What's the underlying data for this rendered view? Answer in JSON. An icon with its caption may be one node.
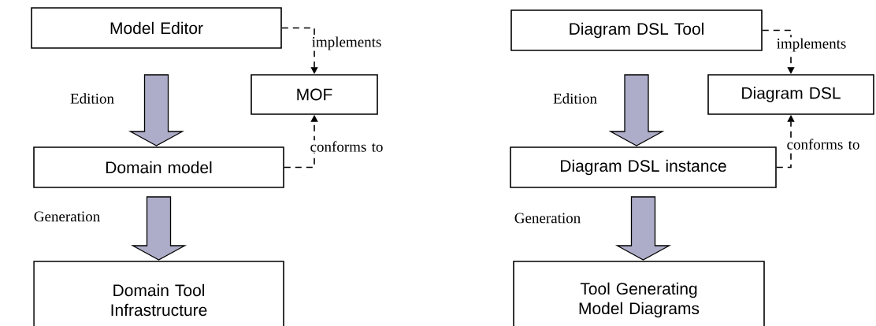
{
  "diagram": {
    "nodes": [
      {
        "text": [
          "Model Editor"
        ]
      },
      {
        "text": [
          "MOF"
        ]
      },
      {
        "text": [
          "Domain model"
        ]
      },
      {
        "text": [
          "Domain Tool Infrastructure"
        ]
      },
      {
        "text": [
          "Diagram DSL Tool"
        ]
      },
      {
        "text": [
          "Diagram DSL"
        ]
      },
      {
        "text": [
          "Diagram DSL instance"
        ]
      },
      {
        "text": [
          "Tool Generating Model Diagrams"
        ]
      }
    ],
    "edges": [
      {
        "from": 0,
        "to": 2,
        "arrow": "to",
        "label": "Edition",
        "style": "thick",
        "color": "#6a6a9c"
      },
      {
        "from": 0,
        "to": 1,
        "arrow": "to",
        "label": "implements",
        "style": "dashed"
      },
      {
        "from": 2,
        "to": 1,
        "arrow": "to",
        "label": "conforms to",
        "style": "dashed"
      },
      {
        "from": 2,
        "to": 3,
        "arrow": "to",
        "label": "Generation",
        "style": "thick",
        "color": "#6a6a9c"
      },
      {
        "from": 4,
        "to": 6,
        "arrow": "to",
        "label": "Edition",
        "style": "thick",
        "color": "#6a6a9c"
      },
      {
        "from": 4,
        "to": 5,
        "arrow": "to",
        "label": "implements",
        "style": "dashed"
      },
      {
        "from": 6,
        "to": 5,
        "arrow": "to",
        "label": "conforms to",
        "style": "dashed"
      },
      {
        "from": 6,
        "to": 7,
        "arrow": "to",
        "label": "Generation",
        "style": "thick",
        "color": "#6a6a9c"
      }
    ]
  }
}
